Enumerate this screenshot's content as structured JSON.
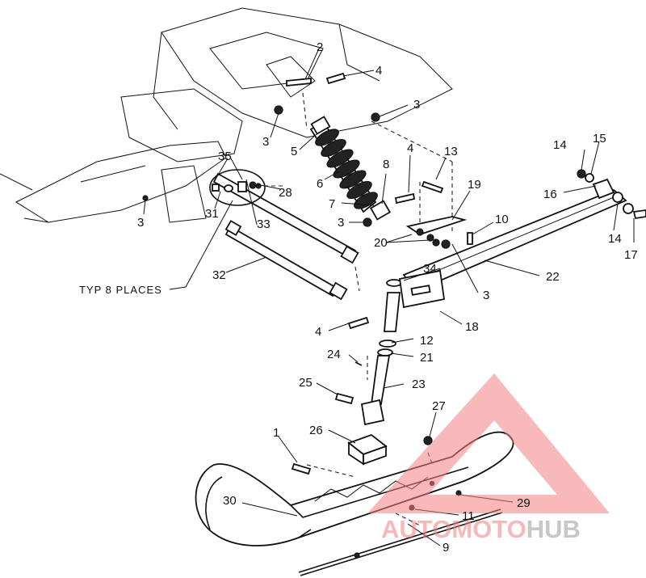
{
  "callouts": {
    "c1": "1",
    "c2": "2",
    "c3a": "3",
    "c3b": "3",
    "c3c": "3",
    "c3d": "3",
    "c3e": "3",
    "c4a": "4",
    "c4b": "4",
    "c4c": "4",
    "c5": "5",
    "c6": "6",
    "c7": "7",
    "c8": "8",
    "c9": "9",
    "c10": "10",
    "c11": "11",
    "c12": "12",
    "c13": "13",
    "c14a": "14",
    "c14b": "14",
    "c15": "15",
    "c16": "16",
    "c17": "17",
    "c18": "18",
    "c19": "19",
    "c20": "20",
    "c21": "21",
    "c22": "22",
    "c23": "23",
    "c24": "24",
    "c25": "25",
    "c26": "26",
    "c27": "27",
    "c28": "28",
    "c29": "29",
    "c30": "30",
    "c31": "31",
    "c32": "32",
    "c33": "33",
    "c34": "34",
    "c35": "35"
  },
  "note": "TYP 8 PLACES",
  "watermark": {
    "part1": "AUTO",
    "part2": "MOTO",
    "part3": "HUB",
    "color_primary": "#f08080",
    "color_secondary": "#9a9a9a"
  }
}
